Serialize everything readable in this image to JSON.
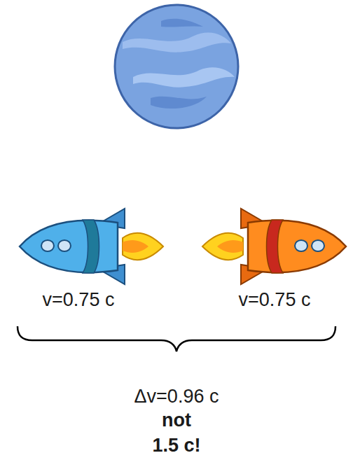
{
  "diagram": {
    "labels": [
      "v=0.75 c",
      "v=0.75 c",
      "Δv=0.96 c",
      "not",
      "1.5 c!"
    ]
  }
}
